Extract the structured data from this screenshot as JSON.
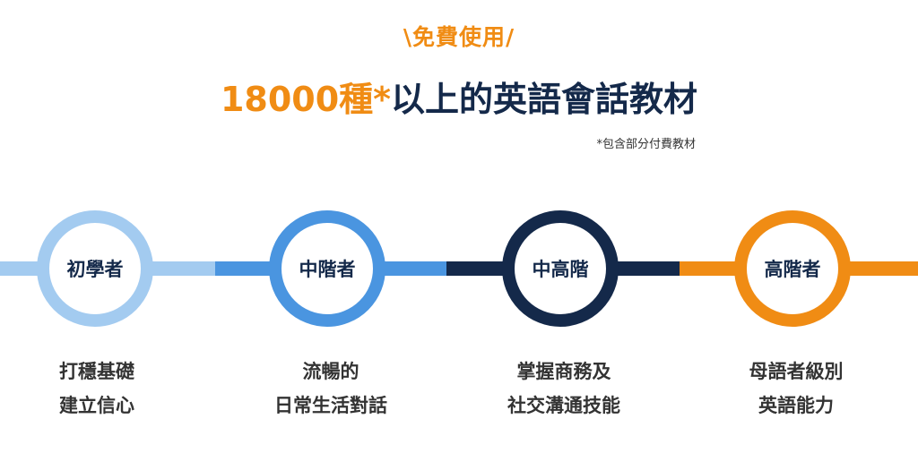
{
  "header": {
    "tagline": "\\免費使用/",
    "headline_accent": "18000種*",
    "headline_main": "以上的英語會話教材",
    "footnote": "*包含部分付費教材"
  },
  "colors": {
    "beginner": "#a3cbf0",
    "intermediate": "#4a95e0",
    "upper_intermediate": "#14294a",
    "advanced": "#f08c14"
  },
  "levels": [
    {
      "label": "初學者",
      "desc_line1": "打穩基礎",
      "desc_line2": "建立信心"
    },
    {
      "label": "中階者",
      "desc_line1": "流暢的",
      "desc_line2": "日常生活對話"
    },
    {
      "label": "中高階",
      "desc_line1": "掌握商務及",
      "desc_line2": "社交溝通技能"
    },
    {
      "label": "高階者",
      "desc_line1": "母語者級別",
      "desc_line2": "英語能力"
    }
  ]
}
